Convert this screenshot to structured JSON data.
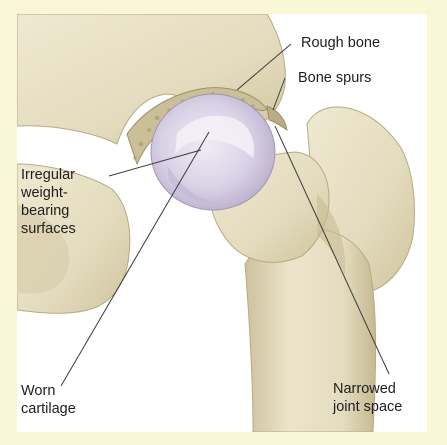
{
  "labels": {
    "rough_bone": "Rough bone",
    "bone_spurs": "Bone spurs",
    "irregular_surfaces": [
      "Irregular",
      "weight-",
      "bearing",
      "surfaces"
    ],
    "worn_cartilage": [
      "Worn",
      "cartilage"
    ],
    "narrowed_joint_space": [
      "Narrowed",
      "joint space"
    ]
  },
  "colors": {
    "page_background": "#f9f6d6",
    "bone": "#e6dfc2",
    "bone_shadow": "#bfb38d",
    "cartilage": "#dcd6e8",
    "leader_line": "#3a3a3a"
  }
}
